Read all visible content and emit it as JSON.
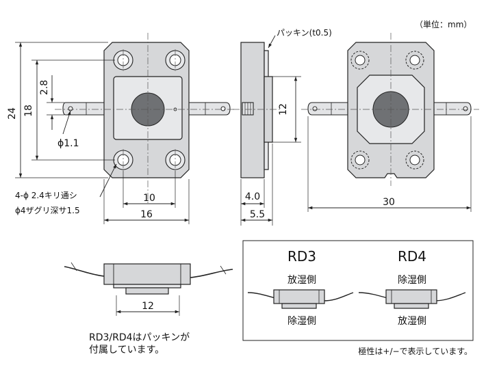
{
  "unit_note": "（単位：mm）",
  "gasket_label": "パッキン(t0.5)",
  "dims": {
    "d24": "24",
    "d18": "18",
    "d2_8": "2.8",
    "d1_1": "ϕ1.1",
    "d10": "10",
    "d16": "16",
    "d12_side": "12",
    "d4_0": "4.0",
    "d5_5": "5.5",
    "d30": "30",
    "d12_bottom": "12"
  },
  "hole_note": {
    "line1": "4-ϕ 2.4キリ通シ",
    "line2": "ϕ4ザグリ深サ1.5"
  },
  "packing_note": {
    "line1": "RD3/RD4はパッキンが",
    "line2": "付属しています。"
  },
  "box": {
    "rd3": {
      "title": "RD3",
      "top": "放湿側",
      "bottom": "除湿側"
    },
    "rd4": {
      "title": "RD4",
      "top": "除湿側",
      "bottom": "放湿側"
    }
  },
  "polarity_note": "極性は+/−で表示しています。"
}
